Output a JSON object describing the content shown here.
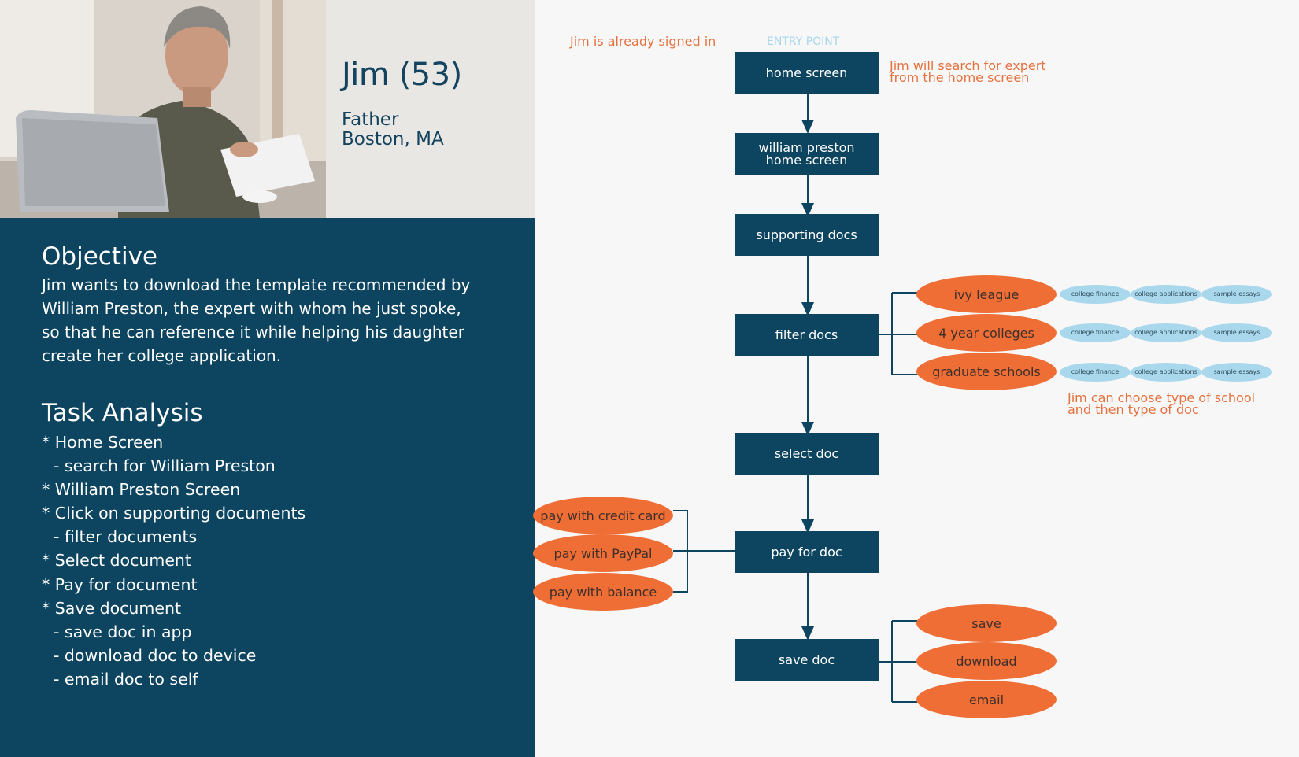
{
  "persona": {
    "name": "Jim (53)",
    "role": "Father",
    "location": "Boston, MA"
  },
  "objective": {
    "heading": "Objective",
    "text": "Jim wants to download the template recommended by William Preston, the expert with whom he just spoke, so that he can reference it while helping his daughter create her college application."
  },
  "task_analysis": {
    "heading": "Task Analysis",
    "items": [
      "* Home Screen",
      "- search for William Preston",
      "* William Preston Screen",
      "* Click on supporting documents",
      "- filter documents",
      "* Select document",
      "* Pay for document",
      "* Save document",
      "- save doc in app",
      "- download doc to device",
      "- email doc to self"
    ]
  },
  "flow": {
    "note_signed_in": "Jim is already signed in",
    "entry_point": "ENTRY POINT",
    "note_search": "Jim will search for expert from the home screen",
    "steps": [
      "home screen",
      "william preston home screen",
      "supporting docs",
      "filter docs",
      "select doc",
      "pay for doc",
      "save doc"
    ],
    "filter_options": [
      "ivy league",
      "4 year colleges",
      "graduate schools"
    ],
    "doc_types": [
      "college finance",
      "college applications",
      "sample essays"
    ],
    "note_filter": "Jim can choose type of school and then type of doc",
    "payment_options": [
      "pay with credit card",
      "pay with PayPal",
      "pay with balance"
    ],
    "save_options": [
      "save",
      "download",
      "email"
    ]
  },
  "colors": {
    "navy": "#0d4560",
    "orange": "#ef6e36",
    "light_blue": "#a9d7ec",
    "note_orange": "#e5713e"
  }
}
